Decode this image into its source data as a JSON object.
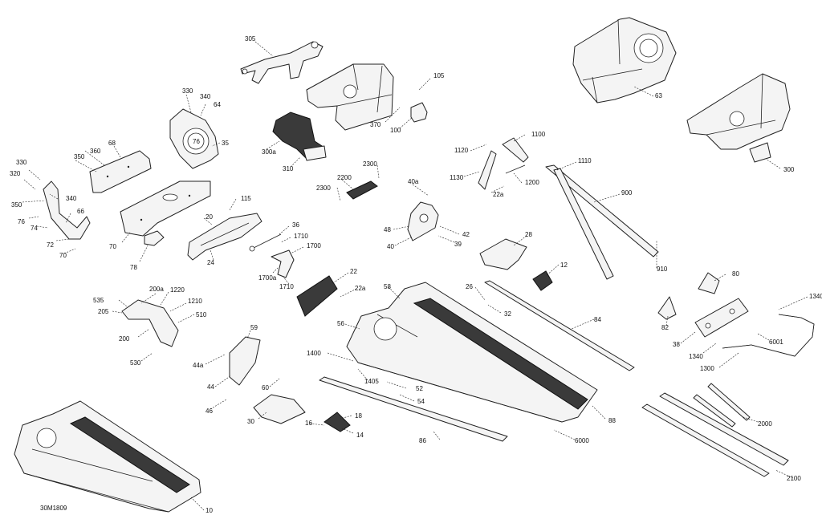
{
  "drawing_code": "30M1809",
  "callouts": [
    "305",
    "330",
    "340",
    "64",
    "76",
    "35",
    "68",
    "360",
    "350",
    "330",
    "320",
    "350",
    "340",
    "66",
    "76",
    "74",
    "72",
    "70",
    "70",
    "78",
    "115",
    "20",
    "24",
    "36",
    "1710",
    "1700",
    "1700a",
    "1710",
    "300a",
    "310",
    "370",
    "100",
    "105",
    "2300",
    "2200",
    "2300",
    "40a",
    "48",
    "40",
    "42",
    "39",
    "1120",
    "1100",
    "1130",
    "22a",
    "1200",
    "1110",
    "900",
    "910",
    "63",
    "300",
    "28",
    "12",
    "22",
    "22a",
    "58",
    "26",
    "32",
    "84",
    "80",
    "82",
    "38",
    "1340",
    "1340",
    "6001",
    "1300",
    "535",
    "200a",
    "1220",
    "205",
    "1210",
    "510",
    "200",
    "530",
    "44a",
    "59",
    "44",
    "46",
    "60",
    "30",
    "18",
    "16",
    "14",
    "56",
    "1400",
    "1405",
    "52",
    "54",
    "86",
    "88",
    "6000",
    "2000",
    "2100",
    "10"
  ]
}
